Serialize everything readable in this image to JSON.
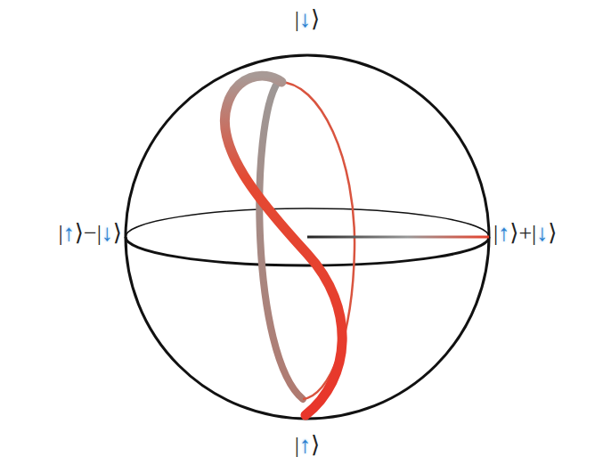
{
  "diagram": {
    "labels": [
      "|↓⟩",
      "|↑⟩−|↓⟩",
      "|↑⟩+|↓⟩",
      "|↑⟩"
    ]
  }
}
